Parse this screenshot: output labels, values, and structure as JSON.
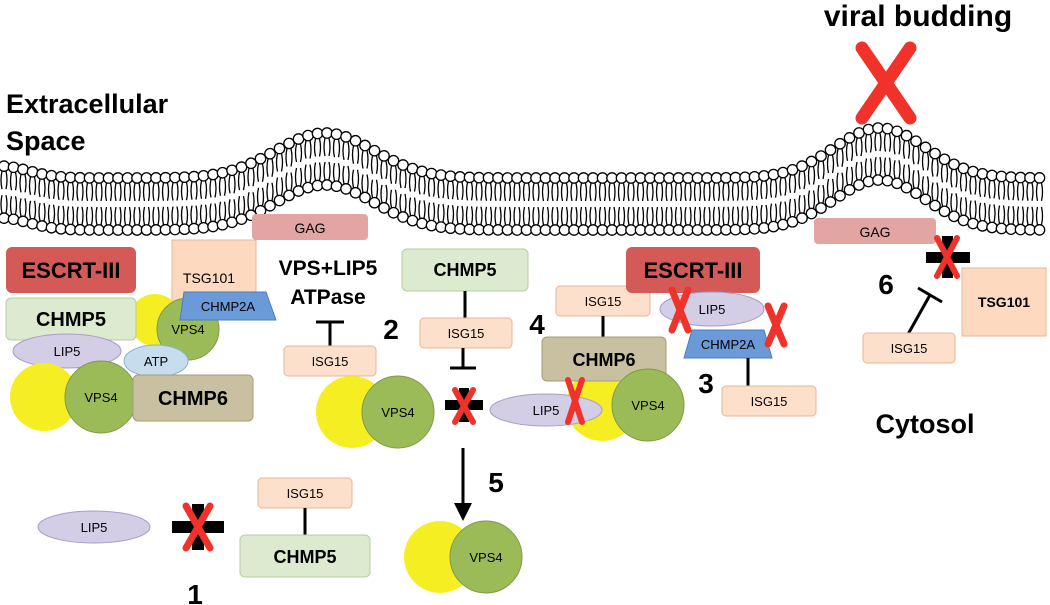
{
  "labels": {
    "viral_budding": "viral budding",
    "extracellular_line1": "Extracellular",
    "extracellular_line2": "Space",
    "cytosol": "Cytosol",
    "vps_lip5_line1": "VPS+LIP5",
    "vps_lip5_line2": "ATPase"
  },
  "proteins": {
    "gag": "GAG",
    "escrt3": "ESCRT-III",
    "tsg101": "TSG101",
    "chmp2a": "CHMP2A",
    "chmp5": "CHMP5",
    "chmp6": "CHMP6",
    "vps4": "VPS4",
    "lip5": "LIP5",
    "atp": "ATP",
    "isg15": "ISG15"
  },
  "steps": {
    "s1": "1",
    "s2": "2",
    "s3": "3",
    "s4": "4",
    "s5": "5",
    "s6": "6"
  },
  "colors": {
    "escrt": "#d45a57",
    "gag": "#e3a5a3",
    "tsg101": "#fcd9bf",
    "isg15": "#fde0cc",
    "chmp": "#dcebcf",
    "chmp6": "#c8c0a1",
    "chmp2a": "#6b9ad8",
    "vps4": "#9bbb59",
    "yellow": "#f5ee22",
    "lip5": "#d3cde6",
    "atp": "#c7dced",
    "cross": "#f0322a"
  }
}
